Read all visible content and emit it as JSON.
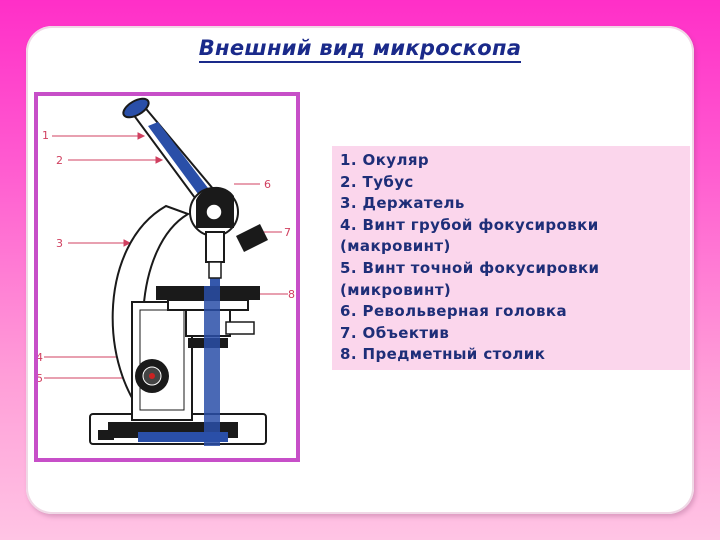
{
  "slide": {
    "title": "Внешний вид микроскопа"
  },
  "figure": {
    "callouts": [
      "1",
      "2",
      "3",
      "4",
      "5",
      "6",
      "7",
      "8"
    ],
    "colors": {
      "frame_border": "#c74fc8",
      "callout_line": "#d04060",
      "light_path": "#2a4fa8",
      "outline": "#1a1a1a"
    }
  },
  "legend": {
    "items": [
      "1. Окуляр",
      "2. Тубус",
      "3. Держатель",
      "4. Винт грубой фокусировки",
      "(макровинт)",
      "5. Винт точной  фокусировки",
      "(микровинт)",
      "6. Револьверная головка",
      "7. Объектив",
      "8. Предметный столик"
    ]
  }
}
